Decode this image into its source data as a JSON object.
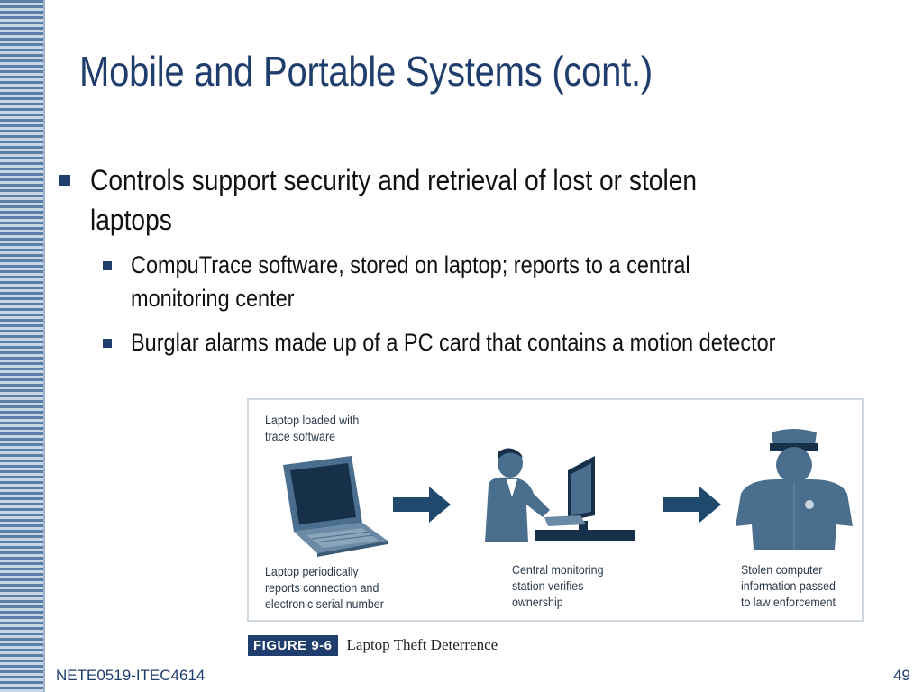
{
  "slide": {
    "title": "Mobile and Portable Systems (cont.)",
    "bullets": [
      {
        "text": "Controls support security and retrieval of lost or stolen laptops"
      },
      {
        "text": "CompuTrace software, stored on laptop; reports to a central monitoring center"
      },
      {
        "text": "Burglar alarms made up of a PC card that contains a motion detector"
      }
    ]
  },
  "figure": {
    "label": "FIGURE 9-6",
    "title": "Laptop Theft Deterrence",
    "captions": {
      "laptop_loaded_1": "Laptop loaded with",
      "laptop_loaded_2": "trace software",
      "laptop_reports_1": "Laptop periodically",
      "laptop_reports_2": "reports connection and",
      "laptop_reports_3": "electronic serial number",
      "central_1": "Central monitoring",
      "central_2": "station verifies",
      "central_3": "ownership",
      "stolen_1": "Stolen computer",
      "stolen_2": "information passed",
      "stolen_3": "to law enforcement"
    },
    "colors": {
      "illustration": "#4a6f8e",
      "arrow": "#1f4a6e",
      "dark": "#163049"
    }
  },
  "footer": {
    "course": "NETE0519-ITEC4614",
    "page": "49"
  }
}
